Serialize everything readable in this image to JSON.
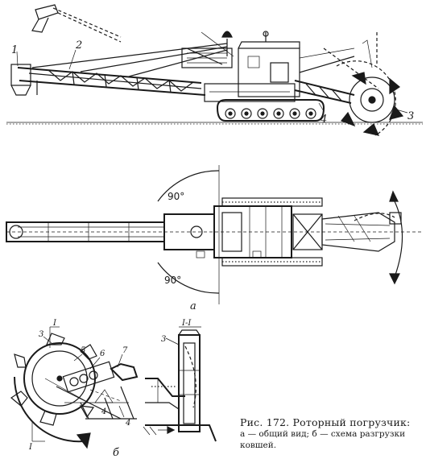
{
  "figure": {
    "callouts_a": [
      "1",
      "2",
      "3",
      "4"
    ],
    "angle_top": "90°",
    "angle_bottom": "90°",
    "view_a": "a",
    "view_b": "б",
    "callouts_b": [
      "3",
      "5",
      "6",
      "7",
      "4",
      "4"
    ],
    "section_mark_top": "I",
    "section_mark_bottom": "I",
    "section_title": "I-I",
    "section_callout": "3"
  },
  "caption": {
    "title": "Рис. 172. Роторный погрузчик:",
    "body": "а — общий вид; б — схема разгрузки ковшей."
  }
}
